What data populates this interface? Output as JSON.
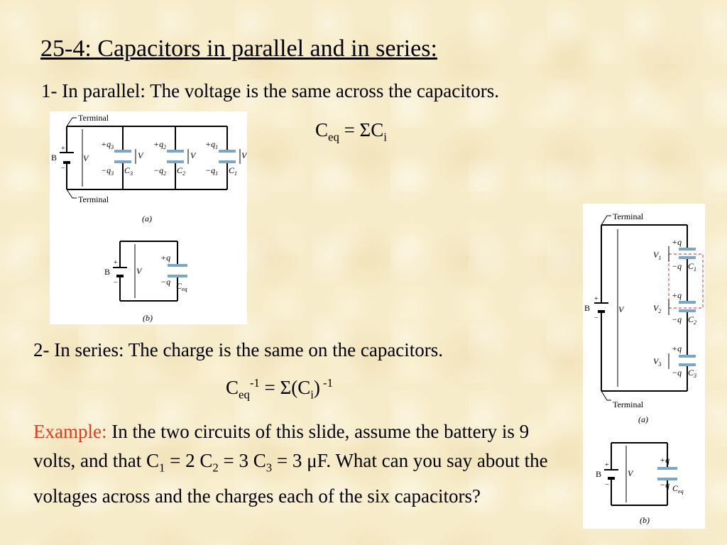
{
  "slide": {
    "title": "25-4: Capacitors in parallel and in series:",
    "point1": "1- In parallel: The voltage is the same across the capacitors.",
    "eq1": {
      "lhs": "C",
      "lhs_sub": "eq",
      "mid": " = ΣC",
      "rhs_sub": "i"
    },
    "point2": "2- In series: The charge is the same on the capacitors.",
    "eq2": {
      "lhs": "C",
      "lhs_sub": "eq",
      "lhs_sup": "-1",
      "mid": " = Σ(C",
      "rhs_sub": "i",
      "close": ")",
      "rhs_sup": " -1"
    },
    "example": {
      "label": "Example:",
      "t1": " In the two circuits of this slide, assume the battery is 9 volts, and that C",
      "s1": "1",
      "t2": " = 2 C",
      "s2": "2",
      "t3": " = 3 C",
      "s3": "3",
      "t4": " = 3 μF. What can you say about the voltages across and the charges each of the six capacitors?"
    }
  },
  "figures": {
    "parallel": {
      "terminal_top": "Terminal",
      "terminal_bottom": "Terminal",
      "battery": "B",
      "voltage": "V",
      "plus": "+",
      "minus": "−",
      "caps": [
        {
          "pos": "+q",
          "pos_sub": "3",
          "neg": "−q",
          "neg_sub": "3",
          "name": "C",
          "name_sub": "3"
        },
        {
          "pos": "+q",
          "pos_sub": "2",
          "neg": "−q",
          "neg_sub": "2",
          "name": "C",
          "name_sub": "2"
        },
        {
          "pos": "+q",
          "pos_sub": "1",
          "neg": "−q",
          "neg_sub": "1",
          "name": "C",
          "name_sub": "1"
        }
      ],
      "caption_a": "(a)",
      "equiv": {
        "pos": "+q",
        "neg": "−q",
        "name": "C",
        "name_sub": "eq"
      },
      "caption_b": "(b)"
    },
    "series": {
      "terminal_top": "Terminal",
      "terminal_bottom": "Terminal",
      "battery": "B",
      "voltage": "V",
      "plus": "+",
      "minus": "−",
      "caps": [
        {
          "pos": "+q",
          "neg": "−q",
          "name": "C",
          "name_sub": "1",
          "v": "V",
          "v_sub": "1"
        },
        {
          "pos": "+q",
          "neg": "−q",
          "name": "C",
          "name_sub": "2",
          "v": "V",
          "v_sub": "2"
        },
        {
          "pos": "+q",
          "neg": "−q",
          "name": "C",
          "name_sub": "3",
          "v": "V",
          "v_sub": "3"
        }
      ],
      "caption_a": "(a)",
      "equiv": {
        "pos": "+q",
        "neg": "−q",
        "name": "C",
        "name_sub": "eq"
      },
      "caption_b": "(b)"
    }
  },
  "colors": {
    "plate": "#7aa7c7",
    "highlight": "#e05050",
    "example_label": "#e23a1c"
  }
}
